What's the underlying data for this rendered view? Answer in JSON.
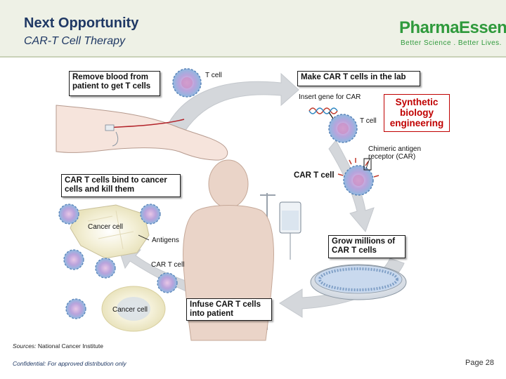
{
  "header": {
    "title": "Next Opportunity",
    "subtitle": "CAR-T Cell Therapy"
  },
  "logo": {
    "name": "PharmaEssentia",
    "tagline": "Better Science  .  Better Lives."
  },
  "diagram": {
    "steps": {
      "remove_blood": "Remove blood from\npatient to get T cells",
      "make_car": "Make CAR T cells in the lab",
      "grow": "Grow millions of\nCAR T cells",
      "infuse": "Infuse CAR T cells\ninto patient",
      "bind": "CAR T cells bind to cancer\ncells and kill them"
    },
    "labels": {
      "t_cell_top": "T cell",
      "insert_gene": "Insert gene for CAR",
      "t_cell_lab": "T cell",
      "chimeric": "Chimeric antigen\nreceptor (CAR)",
      "car_t_cell_big": "CAR T cell",
      "cancer_cell_1": "Cancer cell",
      "antigens": "Antigens",
      "car_t_cell_small": "CAR T cell",
      "cancer_cell_2": "Cancer cell"
    },
    "callout": "Synthetic\nbiology\nengineering"
  },
  "footer": {
    "sources_label": "Sources:",
    "sources_value": "National Cancer Institute",
    "confidential": "Confidential:  For approved distribution only",
    "page": "Page 28"
  },
  "colors": {
    "title": "#1f3864",
    "brand_green": "#2f9a3c",
    "callout_red": "#c00000",
    "cell_blue": "#8fb8e0",
    "arrow_gray": "#d4d7db"
  }
}
